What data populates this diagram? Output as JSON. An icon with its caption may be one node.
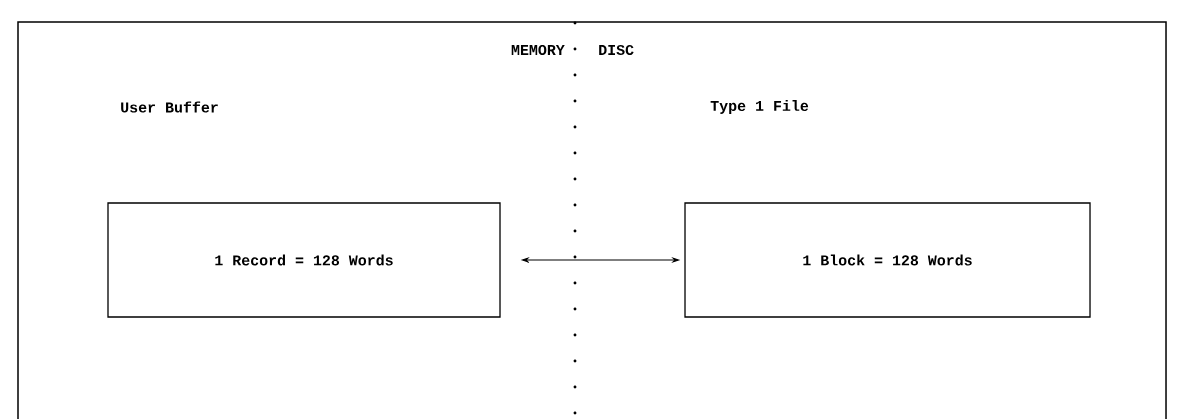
{
  "diagram": {
    "nodes": [
      {
        "text": [
          "1 Record = 128 Words"
        ]
      },
      {
        "text": [
          "1 Block = 128 Words"
        ]
      }
    ],
    "edges": [
      {
        "from": 0,
        "to": 1,
        "arrow": "both"
      }
    ],
    "labels": [
      "MEMORY",
      "DISC",
      "User Buffer",
      "Type 1 File"
    ]
  }
}
